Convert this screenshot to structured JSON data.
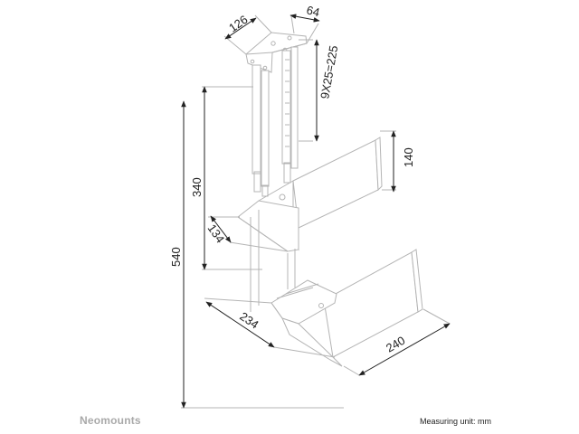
{
  "brand": "Neomounts",
  "measuring_unit": "Measuring unit: mm",
  "dimensions": {
    "top_width": "126",
    "top_depth": "64",
    "adjust_range": "9X25=225",
    "holder_height": "140",
    "upper_height": "340",
    "shelf_depth": "134",
    "total_height": "540",
    "lower_depth": "234",
    "lower_width": "240"
  },
  "colors": {
    "outline": "#b4b4b4",
    "dimension": "#222222",
    "brand": "#a9a9a9"
  }
}
